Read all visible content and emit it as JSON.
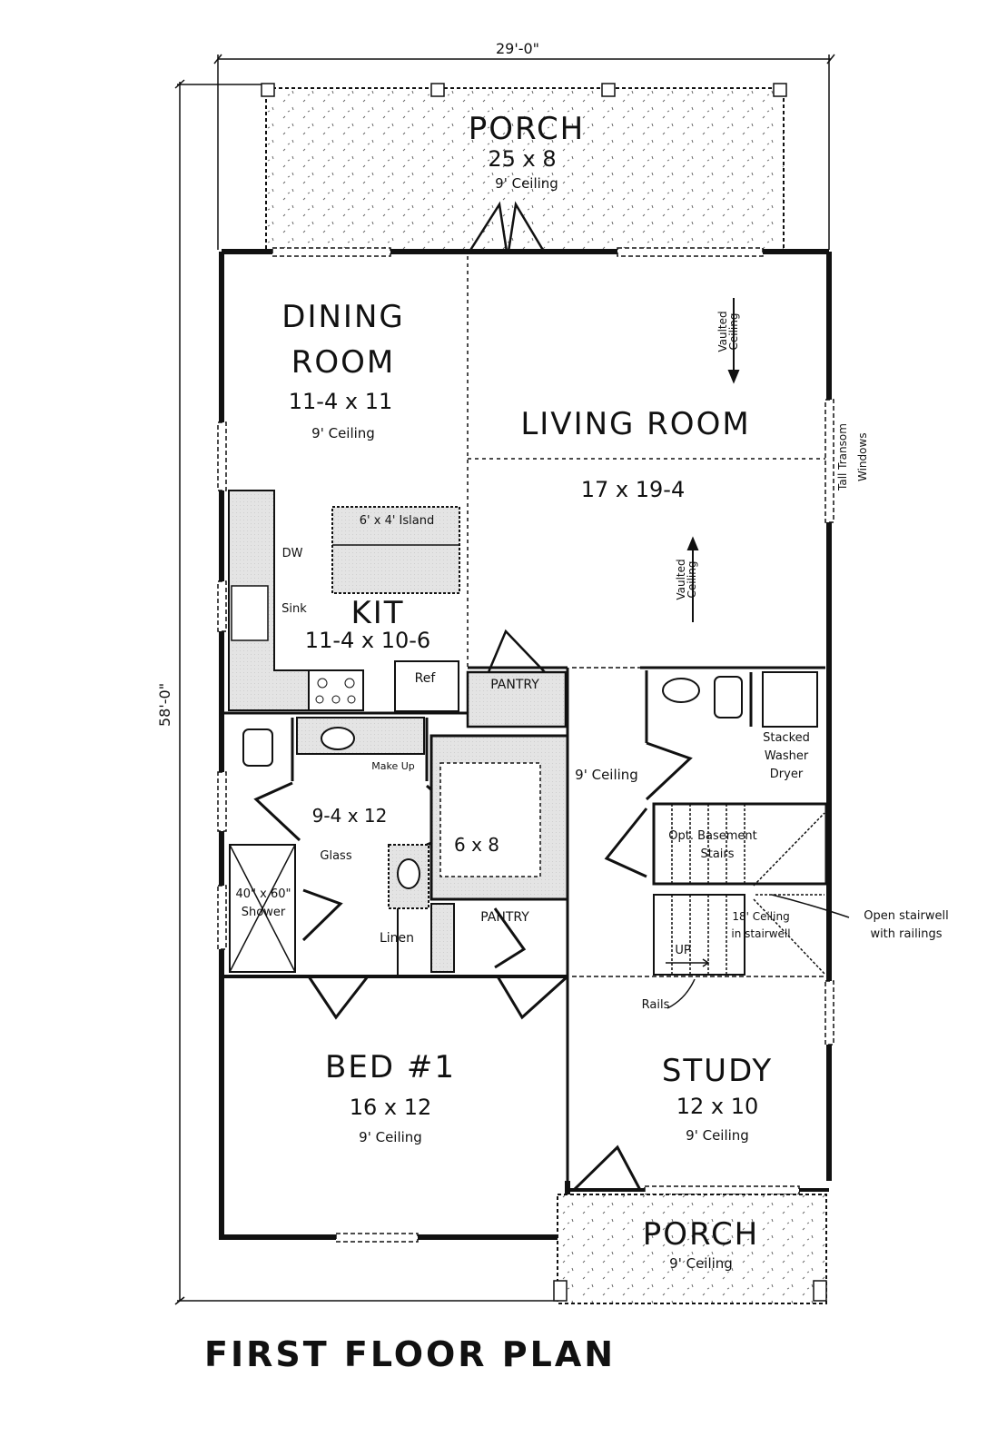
{
  "title": "FIRST FLOOR PLAN",
  "dimensions": {
    "width": "29'-0\"",
    "depth": "58'-0\""
  },
  "colors": {
    "line": "#111111",
    "fill": "#e6e6e6",
    "background": "#ffffff"
  },
  "rooms": {
    "front_porch": {
      "name": "PORCH",
      "size": "25 x 8",
      "ceiling": "9' Ceiling"
    },
    "dining": {
      "name_line1": "DINING",
      "name_line2": "ROOM",
      "size": "11-4 x 11",
      "ceiling": "9' Ceiling"
    },
    "living": {
      "name": "LIVING ROOM",
      "size": "17 x 19-4",
      "vaulted_top": "Vaulted Ceiling",
      "vaulted_bottom": "Vaulted Ceiling"
    },
    "kitchen": {
      "name": "KIT",
      "size": "11-4 x 10-6",
      "island": "6' x 4' Island",
      "dw": "DW",
      "sink": "Sink",
      "ref": "Ref"
    },
    "pantry": {
      "name": "PANTRY"
    },
    "master_bath": {
      "size": "9-4 x 12",
      "makeup": "Make Up",
      "glass": "Glass",
      "shower_size": "40\" x 60\"",
      "shower": "Shower",
      "linen": "Linen"
    },
    "closet": {
      "size": "6 x 8"
    },
    "hall": {
      "ceiling": "9' Ceiling",
      "pantry2": "PANTRY"
    },
    "laundry": {
      "line1": "Stacked",
      "line2": "Washer",
      "line3": "Dryer"
    },
    "stairs": {
      "basement_line1": "Opt. Basement",
      "basement_line2": "Stairs",
      "ceiling_line1": "18' Ceiling",
      "ceiling_line2": "in stairwell",
      "up": "UP",
      "rails": "Rails"
    },
    "bed1": {
      "name": "BED #1",
      "size": "16 x 12",
      "ceiling": "9' Ceiling"
    },
    "study": {
      "name": "STUDY",
      "size": "12 x 10",
      "ceiling": "9' Ceiling"
    },
    "rear_porch": {
      "name": "PORCH",
      "ceiling": "9' Ceiling"
    }
  },
  "annotations": {
    "windows_line1": "Tall Transom",
    "windows_line2": "Windows",
    "stairwell_line1": "Open stairwell",
    "stairwell_line2": "with railings"
  }
}
